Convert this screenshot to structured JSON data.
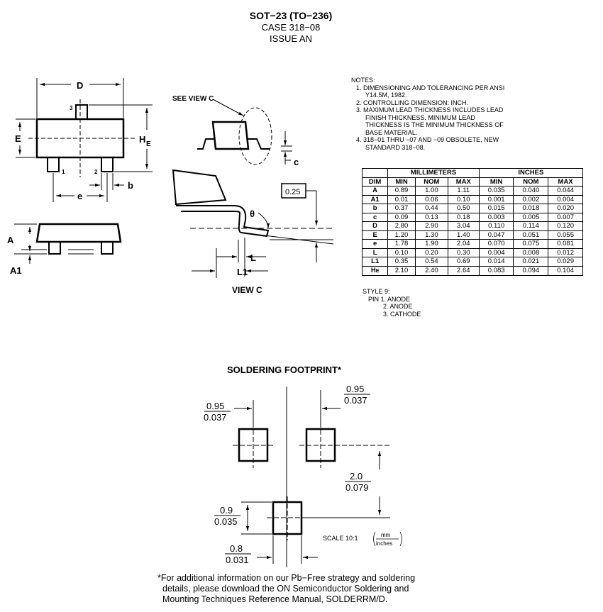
{
  "header": {
    "package": "SOT−23 (TO−236)",
    "case": "CASE 318−08",
    "issue": "ISSUE AN"
  },
  "drawing_labels": {
    "D": "D",
    "E": "E",
    "HE_main": "H",
    "HE_sub": "E",
    "e": "e",
    "b": "b",
    "pin1": "1",
    "pin2": "2",
    "pin3": "3",
    "A": "A",
    "A1": "A1",
    "see_view_c": "SEE VIEW C",
    "c": "c",
    "gauge": "0.25",
    "theta": "θ",
    "L": "L",
    "L1": "L1",
    "view_c": "VIEW C"
  },
  "notes": {
    "heading": "NOTES:",
    "items": [
      "1.  DIMENSIONING AND TOLERANCING PER ANSI",
      "Y14.5M, 1982.",
      "2.  CONTROLLING DIMENSION: INCH.",
      "3.  MAXIMUM LEAD THICKNESS INCLUDES LEAD",
      "FINISH THICKNESS. MINIMUM LEAD",
      "THICKNESS IS THE MINIMUM THICKNESS OF",
      "BASE MATERIAL.",
      "4.  318−01 THRU −07 AND −09 OBSOLETE, NEW",
      "STANDARD 318−08."
    ]
  },
  "table": {
    "group_mm": "MILLIMETERS",
    "group_in": "INCHES",
    "headers": [
      "DIM",
      "MIN",
      "NOM",
      "MAX",
      "MIN",
      "NOM",
      "MAX"
    ],
    "rows": [
      [
        "A",
        "0.89",
        "1.00",
        "1.11",
        "0.035",
        "0.040",
        "0.044"
      ],
      [
        "A1",
        "0.01",
        "0.06",
        "0.10",
        "0.001",
        "0.002",
        "0.004"
      ],
      [
        "b",
        "0.37",
        "0.44",
        "0.50",
        "0.015",
        "0.018",
        "0.020"
      ],
      [
        "c",
        "0.09",
        "0.13",
        "0.18",
        "0.003",
        "0.005",
        "0.007"
      ],
      [
        "D",
        "2.80",
        "2.90",
        "3.04",
        "0.110",
        "0.114",
        "0.120"
      ],
      [
        "E",
        "1.20",
        "1.30",
        "1.40",
        "0.047",
        "0.051",
        "0.055"
      ],
      [
        "e",
        "1.78",
        "1.90",
        "2.04",
        "0.070",
        "0.075",
        "0.081"
      ],
      [
        "L",
        "0.10",
        "0.20",
        "0.30",
        "0.004",
        "0.008",
        "0.012"
      ],
      [
        "L1",
        "0.35",
        "0.54",
        "0.69",
        "0.014",
        "0.021",
        "0.029"
      ],
      [
        "HE",
        "2.10",
        "2.40",
        "2.64",
        "0.083",
        "0.094",
        "0.104"
      ]
    ]
  },
  "style": {
    "heading": "STYLE 9:",
    "pins": [
      "PIN 1.  ANODE",
      "2.  ANODE",
      "3.  CATHODE"
    ]
  },
  "footprint": {
    "title": "SOLDERING FOOTPRINT*",
    "dim1_mm": "0.95",
    "dim1_in": "0.037",
    "dim2_mm": "0.95",
    "dim2_in": "0.037",
    "dim3_mm": "2.0",
    "dim3_in": "0.079",
    "dim4_mm": "0.9",
    "dim4_in": "0.035",
    "dim5_mm": "0.8",
    "dim5_in": "0.031",
    "scale": "SCALE 10:1",
    "unit_top": "mm",
    "unit_bottom": "inches"
  },
  "footnote": [
    "*For additional information on our Pb−Free strategy and soldering",
    "details, please download the ON Semiconductor Soldering and",
    "Mounting Techniques Reference Manual, SOLDERRM/D."
  ]
}
